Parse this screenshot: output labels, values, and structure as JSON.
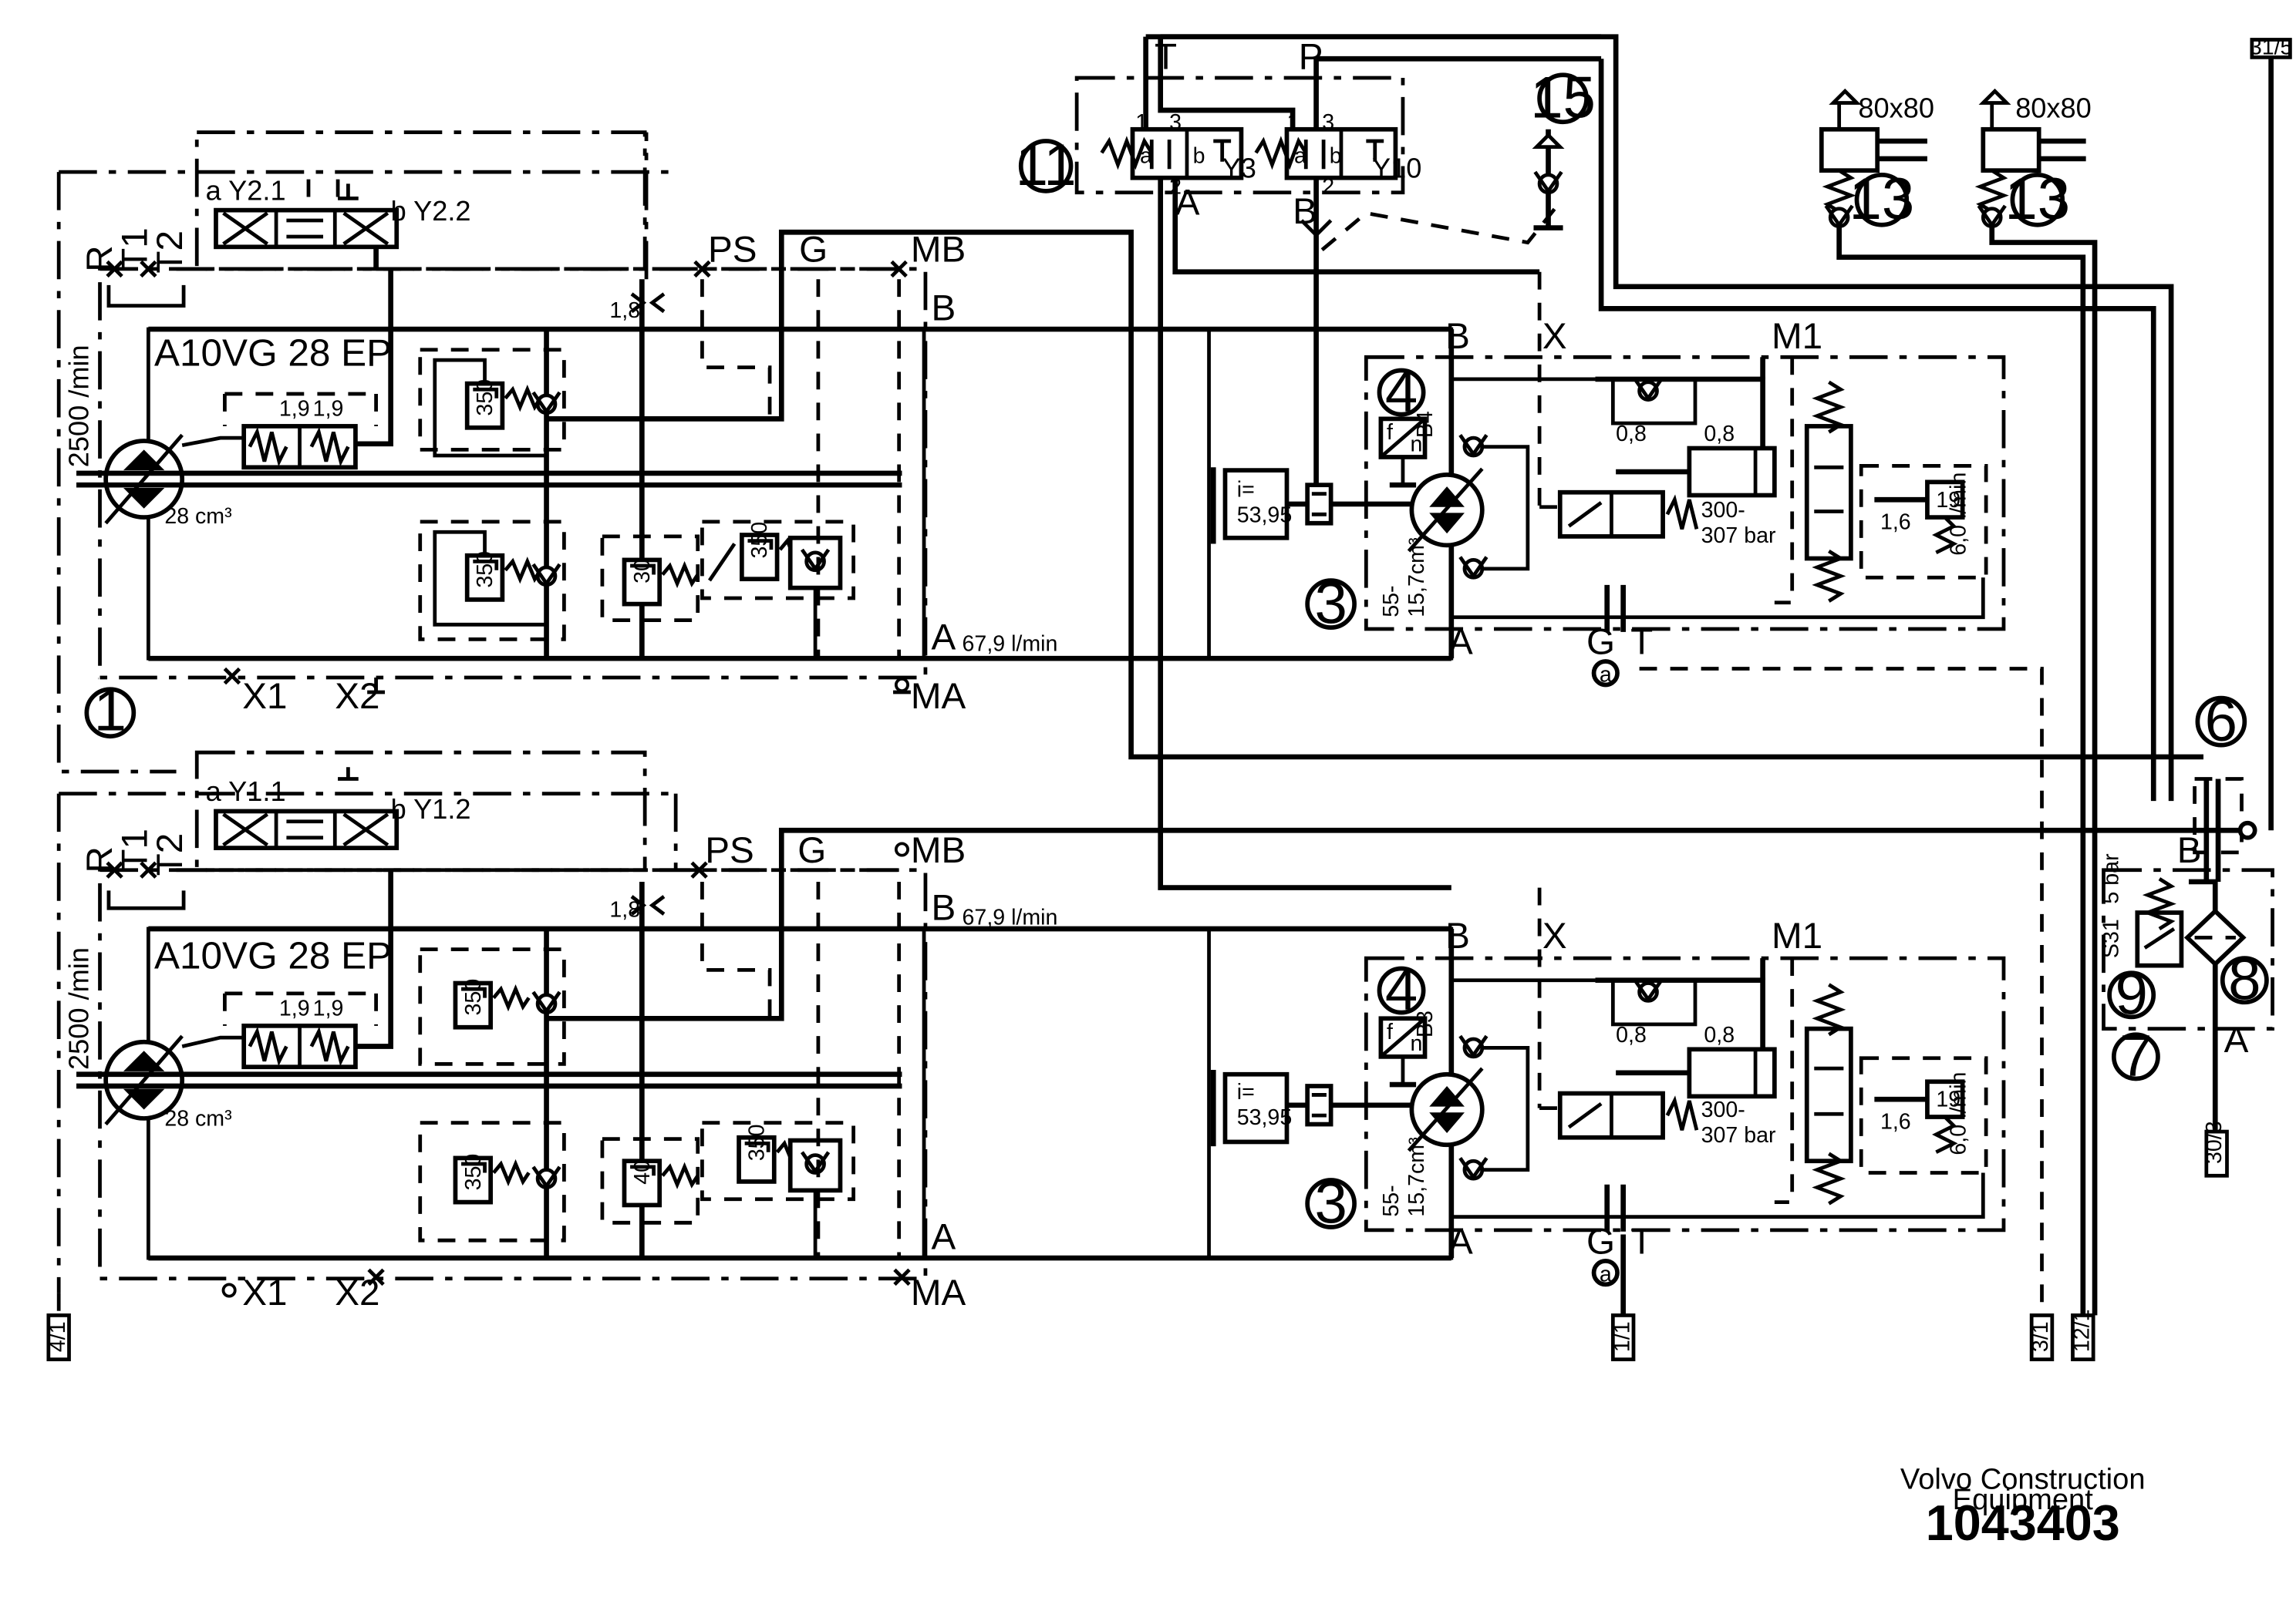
{
  "pumps": [
    {
      "callout": "1",
      "model": "A10VG 28 EP",
      "speed": "2500 /min",
      "displacement": "28 cm³",
      "sol_a": "a Y2.1",
      "sol_b": "b Y2.2",
      "ports": {
        "R": "R",
        "T1": "T1",
        "T2": "T2",
        "PS": "PS",
        "G": "G",
        "MB": "MB",
        "B": "B",
        "A": "A",
        "X1": "X1",
        "X2": "X2",
        "MA": "MA"
      },
      "orifice": "1,8",
      "orifice_pair": [
        "1,9",
        "1,9"
      ],
      "relief_b": "350",
      "relief_a": "350",
      "charge_relief": "30",
      "cutoff": "350",
      "flow": "67,9 l/min"
    },
    {
      "callout": "",
      "model": "A10VG 28 EP",
      "speed": "2500 /min",
      "displacement": "28 cm³",
      "sol_a": "a Y1.1",
      "sol_b": "b Y1.2",
      "ports": {
        "R": "R",
        "T1": "T1",
        "T2": "T2",
        "PS": "PS",
        "G": "G",
        "MB": "MB",
        "B": "B",
        "A": "A",
        "X1": "X1",
        "X2": "X2",
        "MA": "MA"
      },
      "orifice": "1,8",
      "orifice_pair": [
        "1,9",
        "1,9"
      ],
      "relief_b": "350",
      "relief_a": "350",
      "charge_relief": "40",
      "cutoff": "350",
      "flow": "67,9 l/min"
    }
  ],
  "motors": [
    {
      "callout": "3",
      "sensor_callout": "4",
      "sensor_id": "B4",
      "sensor_f": "f",
      "sensor_n": "n",
      "gear_ratio": "i=\n53,95",
      "displacement": "55-\n15,7cm³",
      "pressure": "300-\n307 bar",
      "orifice_1": "0,8",
      "orifice_2": "0,8",
      "orifice_3": "1,6",
      "flow": "6,0 l/min",
      "relief": "19",
      "ports": {
        "B": "B",
        "X": "X",
        "M1": "M1",
        "A": "A",
        "G": "G",
        "T": "T",
        "link": "a"
      }
    },
    {
      "callout": "3",
      "sensor_callout": "4",
      "sensor_id": "B3",
      "sensor_f": "f",
      "sensor_n": "n",
      "gear_ratio": "i=\n53,95",
      "displacement": "55-\n15,7cm³",
      "pressure": "300-\n307 bar",
      "orifice_1": "0,8",
      "orifice_2": "0,8",
      "orifice_3": "1,6",
      "flow": "6,0 l/min",
      "relief": "19",
      "ports": {
        "B": "B",
        "X": "X",
        "M1": "M1",
        "A": "A",
        "G": "G",
        "T": "T",
        "link": "a"
      }
    }
  ],
  "valve_block": {
    "callout": "11",
    "port_T": "T",
    "port_P": "P",
    "port_A": "A",
    "port_B": "B",
    "sol_1": "Y3",
    "sol_2": "Y10",
    "pos_a": "a",
    "pos_b": "b",
    "pin_1": "1",
    "pin_2": "2",
    "pin_3": "3"
  },
  "components": {
    "c15": "15",
    "c13": "13",
    "cyl_size": "80x80",
    "c6": "6",
    "c7": "7",
    "c8": "8",
    "c9": "9",
    "filter_port_B": "B",
    "filter_port_A": "A",
    "switch_id": "S31",
    "switch_pressure": "5 bar"
  },
  "refs": {
    "top_right": "31/5",
    "bottom_left": "4/1",
    "bottom_mid": "1/1",
    "bottom_right_1": "3/1",
    "bottom_right_2": "12/1",
    "filter": "30/3"
  },
  "footer": {
    "company_line1": "Volvo Construction",
    "company_line2": "Equipment",
    "doc_number": "1043403"
  }
}
